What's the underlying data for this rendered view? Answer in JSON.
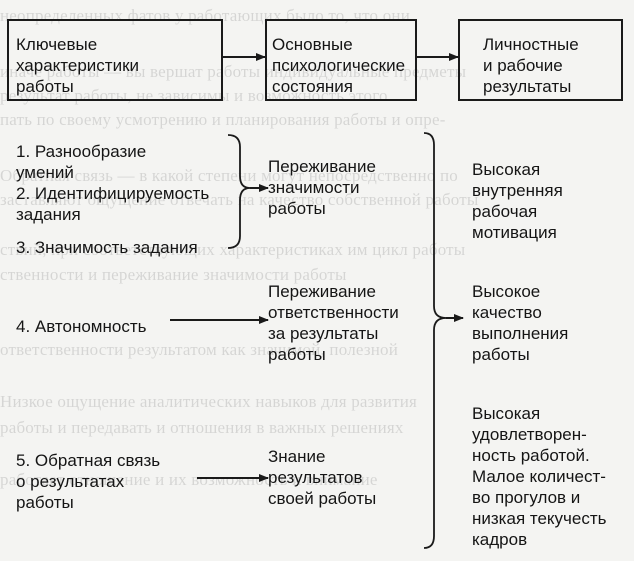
{
  "boxes": [
    "Ключевые\nхарактеристики\nработы",
    "Основные\nпсихологические\nсостояния",
    "Личностные\nи рабочие\nрезультаты"
  ],
  "characteristics": [
    "1. Разнообразие\n    умений",
    "2. Идентифицируемость\n    задания",
    "3. Значимость задания",
    "4. Автономность",
    "5. Обратная связь\n    о результатах\n    работы"
  ],
  "states": [
    "Переживание\nзначимости\nработы",
    "Переживание\nответственности\nза результаты\nработы",
    "Знание\nрезультатов\nсвоей работы"
  ],
  "outcomes": [
    "Высокая\nвнутренняя\nрабочая\nмотивация",
    "Высокое\nкачество\nвыполнения\nработы",
    "Высокая\nудовлетворен-\nность работой.\nМалое количест-\nво прогулов и\nнизкая текучесть\nкадров"
  ],
  "bleed": [
    "неопределенных фатов у работающих было то, что они",
    "иначе работы — вы вершат работы индивидуальные предметы",
    "результат работы, не зависимы и возможность этого",
    "пать по своему усмотрению и планирования работы и опре-",
    "Обратная связь — в какой степени могут непосредственно по",
    "заставляют ощущение отвечать на качество собственной работы",
    "ствий, при соответствующих характеристиках им цикл работы",
    "ственности и переживание значимости работы",
    "ответственности результатом как значимой, полезной",
    "Низкое ощущение аналитических навыков для развития",
    "работы и передавать и отношения в важных решениях",
    "работает отношение и их возможность и внимание"
  ]
}
